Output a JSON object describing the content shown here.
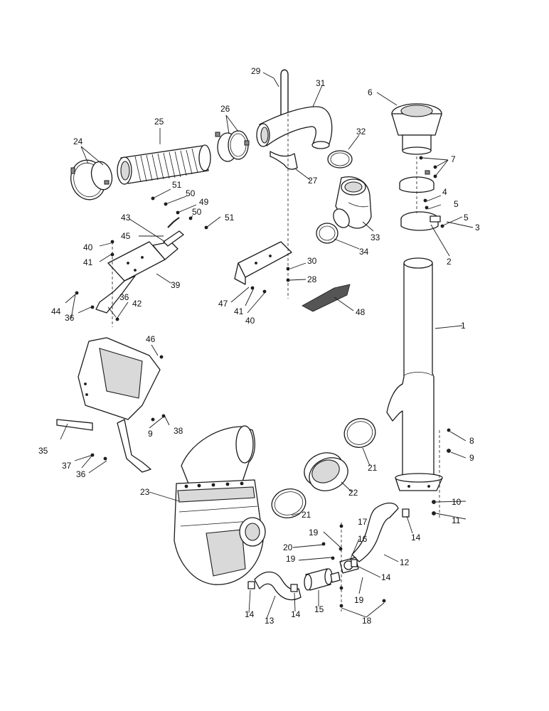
{
  "callouts": {
    "c1": "1",
    "c2": "2",
    "c3": "3",
    "c4": "4",
    "c5a": "5",
    "c5b": "5",
    "c6": "6",
    "c7": "7",
    "c8": "8",
    "c9a": "9",
    "c9b": "9",
    "c10": "10",
    "c11": "11",
    "c12": "12",
    "c13": "13",
    "c14a": "14",
    "c14b": "14",
    "c14c": "14",
    "c14d": "14",
    "c15": "15",
    "c16": "16",
    "c17": "17",
    "c18": "18",
    "c19a": "19",
    "c19b": "19",
    "c19c": "19",
    "c20": "20",
    "c21a": "21",
    "c21b": "21",
    "c22": "22",
    "c23": "23",
    "c24": "24",
    "c25": "25",
    "c26": "26",
    "c27": "27",
    "c28": "28",
    "c29": "29",
    "c30": "30",
    "c31": "31",
    "c32": "32",
    "c33": "33",
    "c34": "34",
    "c35": "35",
    "c36a": "36",
    "c36b": "36",
    "c36c": "36",
    "c37": "37",
    "c38": "38",
    "c39": "39",
    "c40a": "40",
    "c40b": "40",
    "c41a": "41",
    "c41b": "41",
    "c42": "42",
    "c43": "43",
    "c44": "44",
    "c45": "45",
    "c46": "46",
    "c47": "47",
    "c48": "48",
    "c49": "49",
    "c50a": "50",
    "c50b": "50",
    "c51a": "51",
    "c51b": "51"
  }
}
